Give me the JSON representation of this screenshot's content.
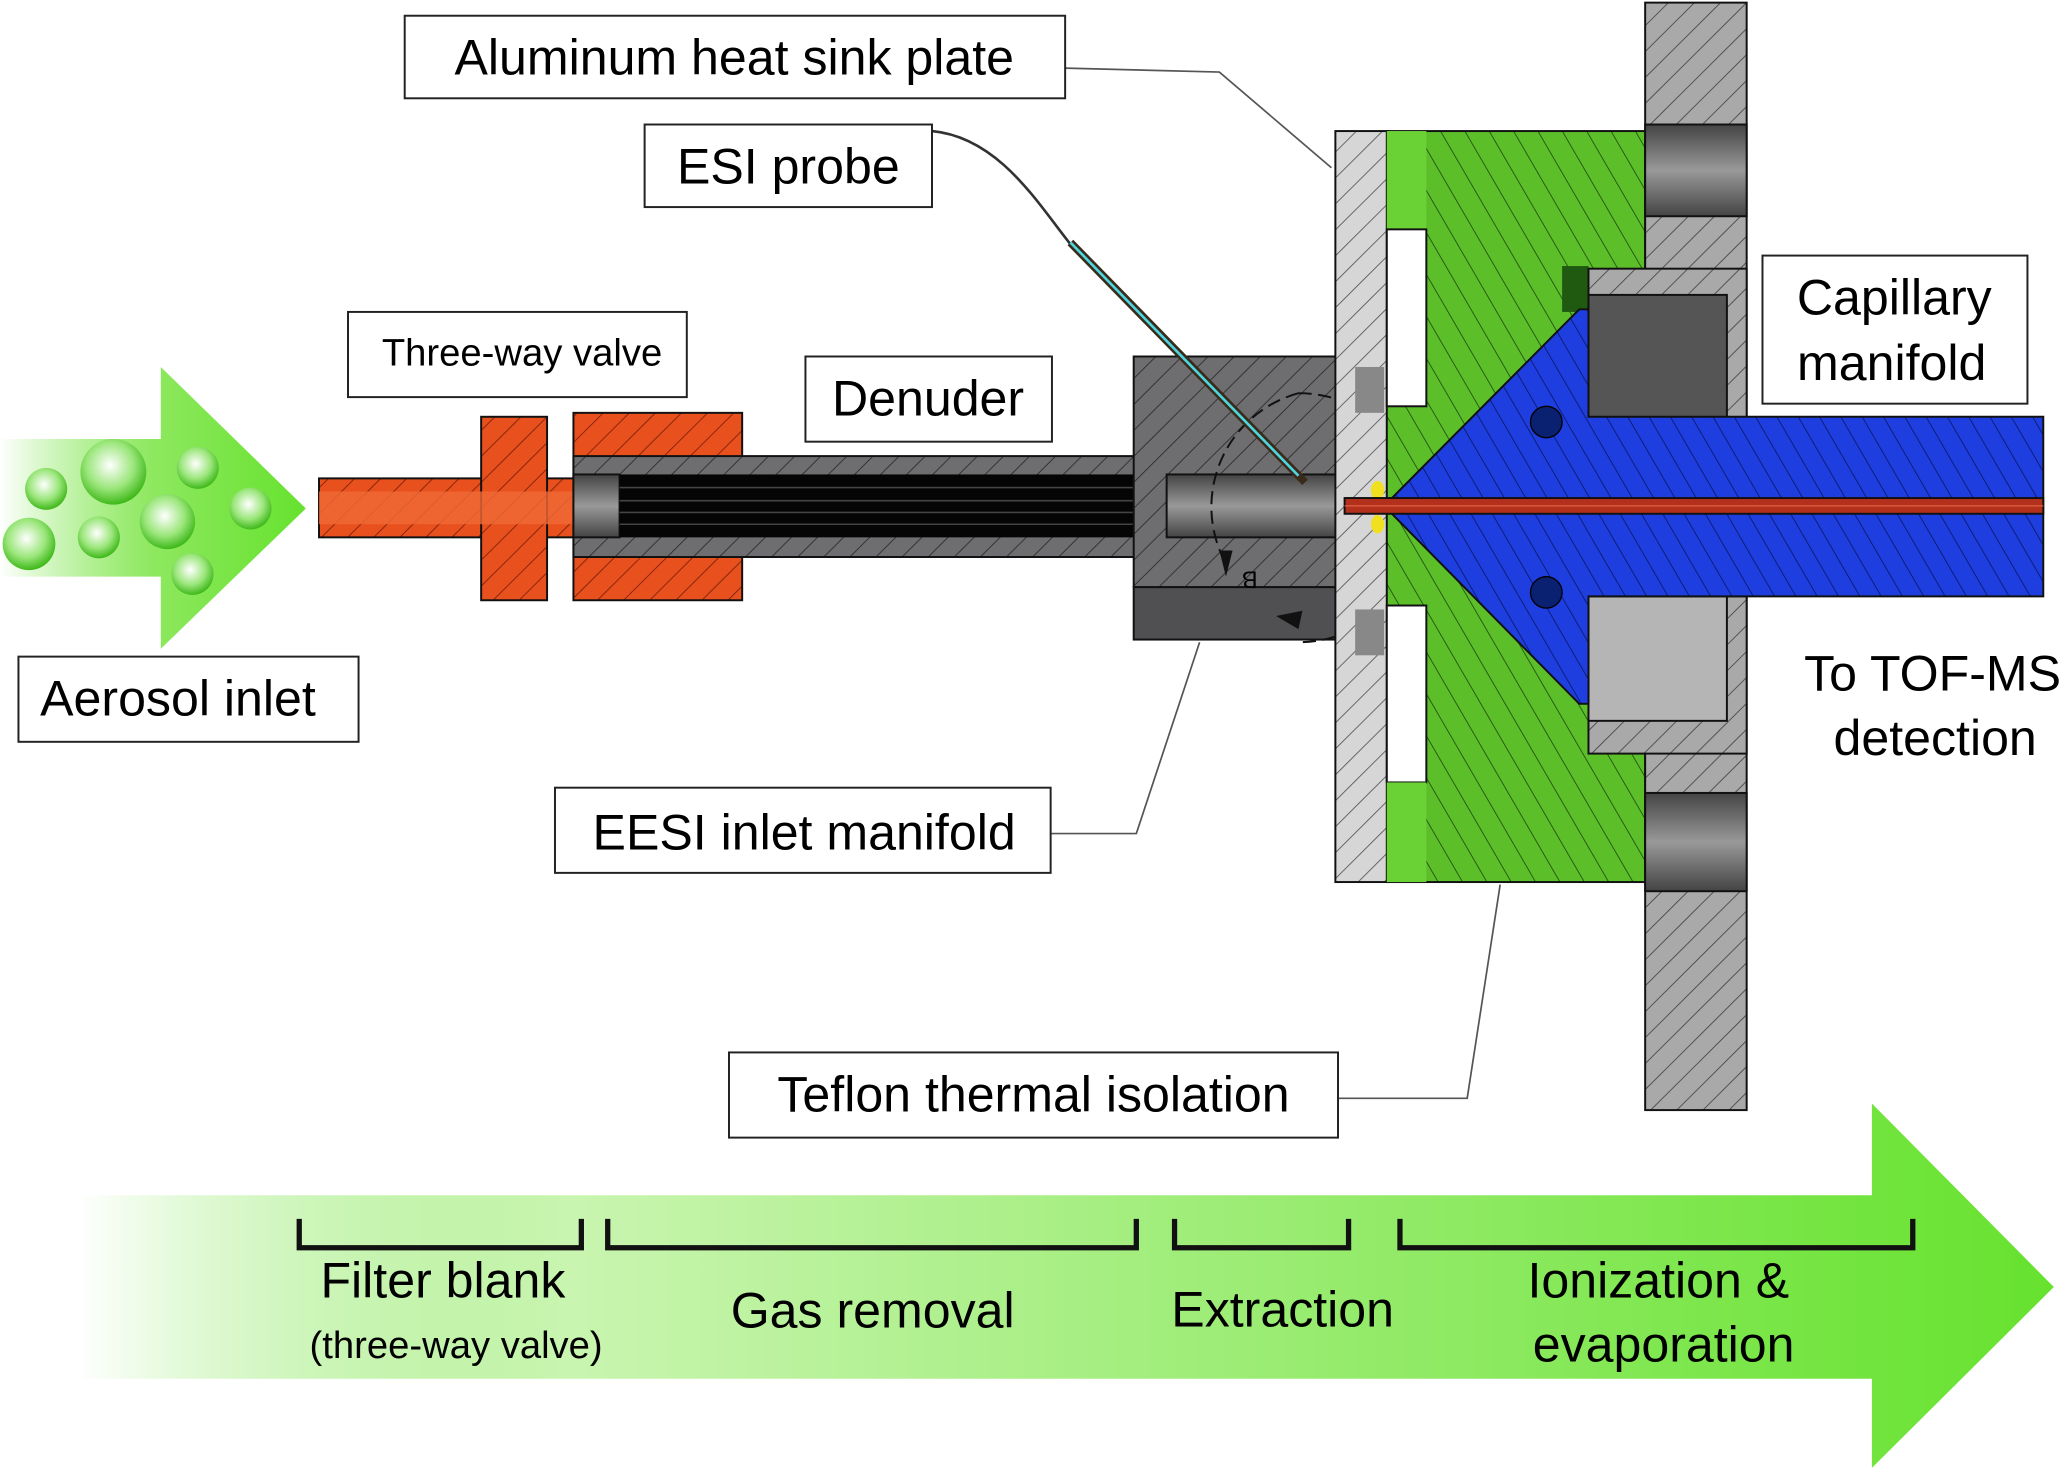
{
  "labels": {
    "aluminum_plate": "Aluminum heat sink plate",
    "esi_probe": "ESI probe",
    "three_way_valve": "Three-way valve",
    "denuder": "Denuder",
    "capillary_manifold_line1": "Capillary",
    "capillary_manifold_line2": "manifold",
    "aerosol_inlet": "Aerosol inlet",
    "to_tofms_line1": "To TOF-MS",
    "to_tofms_line2": "detection",
    "eesi_manifold": "EESI inlet manifold",
    "teflon": "Teflon thermal isolation",
    "marker_b": "B"
  },
  "stages": [
    {
      "label": "Filter blank",
      "sublabel": "(three-way valve)"
    },
    {
      "label": "Gas removal"
    },
    {
      "label": "Extraction"
    },
    {
      "label": "Ionization &",
      "sublabel": "evaporation"
    }
  ],
  "colors": {
    "flow_green": "#66e22e",
    "valve_orange": "#e8501e",
    "teflon_green": "#5cbf2a",
    "capillary_blue": "#1e3ee0",
    "steel_gray": "#6e6e70",
    "aluminum_gray": "#d8d8d8",
    "capillary_red": "#b3301c"
  }
}
